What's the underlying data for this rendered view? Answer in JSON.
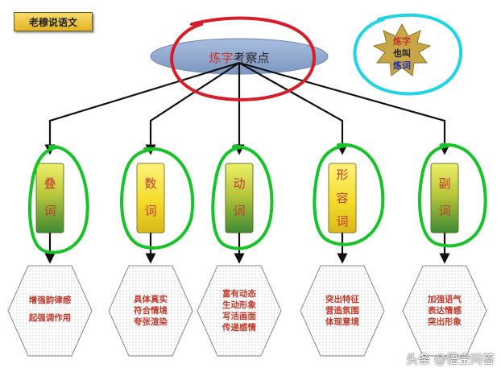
{
  "tag": {
    "label": "老穆说语文"
  },
  "center": {
    "highlight": "炼字",
    "rest": "考察点"
  },
  "star": {
    "lines": [
      "炼字",
      "也叫",
      "炼词"
    ]
  },
  "categories": [
    {
      "chars": [
        "叠",
        "词"
      ],
      "effects": [
        "增强韵律感",
        "起强调作用"
      ]
    },
    {
      "chars": [
        "数",
        "词"
      ],
      "effects": [
        "具体真实",
        "符合情境",
        "夸张渲染"
      ]
    },
    {
      "chars": [
        "动",
        "词"
      ],
      "effects": [
        "富有动态",
        "生动形象",
        "写活画面",
        "传递感情"
      ]
    },
    {
      "chars": [
        "形",
        "容",
        "词"
      ],
      "effects": [
        "突出特征",
        "营造氛围",
        "体现意境"
      ]
    },
    {
      "chars": [
        "副",
        "词"
      ],
      "effects": [
        "加强语气",
        "表达情感",
        "突出形象"
      ]
    }
  ],
  "watermark": {
    "text": "头条 @悟空问答"
  },
  "colors": {
    "accent_red": "#c0392b",
    "ellipse_fill": "#8fa6c8",
    "red_circle": "#d91c2a",
    "cyan_circle": "#22d3e3",
    "green_circle": "#18c32a",
    "star_fill": "#c7a645"
  }
}
